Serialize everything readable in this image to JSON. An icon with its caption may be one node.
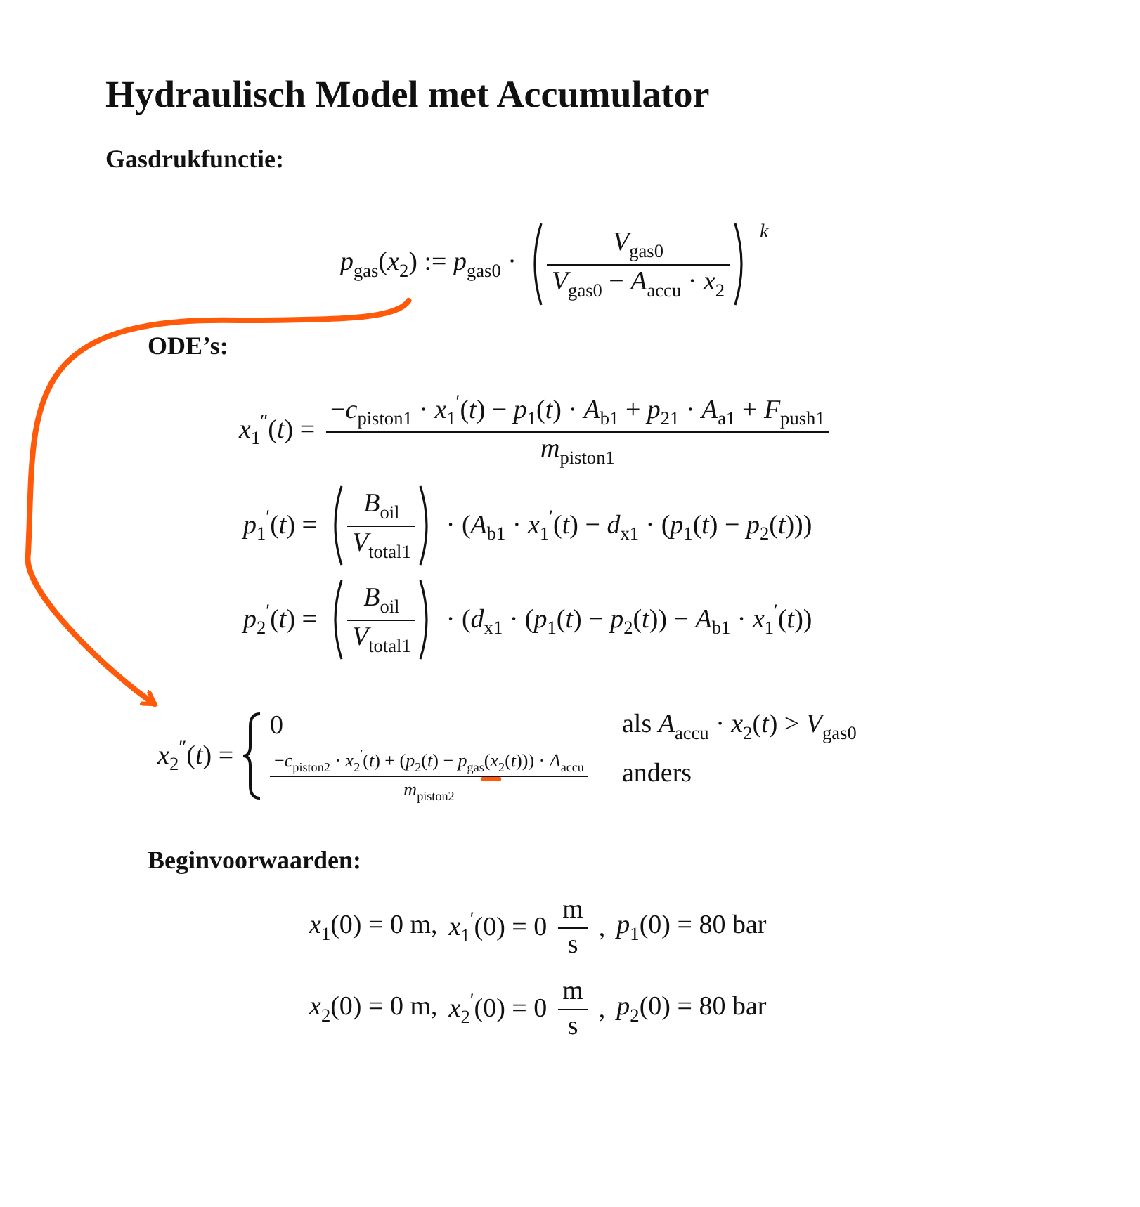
{
  "diagram": {
    "title": "Hydraulisch Model met Accumulator",
    "nodes": [
      {
        "text": [
          "*p*$_{gas}$(*x*$_{2}$) := *p*$_{gas0}$ ·",
          "*V*$_{gas0}$",
          "*V*$_{gas0}$ − *A*$_{accu}$ · *x*$_{2}$",
          "*k*"
        ]
      },
      {
        "text": [
          "*x*$_{2}$$^{″}$(*t*) =",
          "0",
          "−*c*$_{piston2}$ · *x*$_{2}$$^{′}$(*t*) + (*p*$_{2}$(*t*) − *p*$_{gas}$(*x*$_{2}$(*t*))) · *A*$_{accu}$",
          "*m*$_{piston2}$",
          "als *A*$_{accu}$ · *x*$_{2}$(*t*) > *V*$_{gas0}$",
          "anders"
        ]
      }
    ],
    "edges": [
      {
        "from": 0,
        "to": 1,
        "arrow": "to",
        "color": "#ff5a0a"
      }
    ],
    "labels": [
      "Gasdrukfunctie:",
      "ODE’s:",
      "*x*$_{1}$$^{″}$(*t*) =",
      "−*c*$_{piston1}$ · *x*$_{1}$$^{′}$(*t*) − *p*$_{1}$(*t*) · *A*$_{b1}$ + *p*$_{21}$ · *A*$_{a1}$ + *F*$_{push1}$",
      "*m*$_{piston1}$",
      "*p*$_{1}$$^{′}$(*t*) =",
      "*B*$_{oil}$",
      "*V*$_{total1}$",
      "· (*A*$_{b1}$ · *x*$_{1}$$^{′}$(*t*) − *d*$_{x1}$ · (*p*$_{1}$(*t*) − *p*$_{2}$(*t*)))",
      "*p*$_{2}$$^{′}$(*t*) =",
      "*B*$_{oil}$",
      "*V*$_{total1}$",
      "· (*d*$_{x1}$ · (*p*$_{1}$(*t*) − *p*$_{2}$(*t*)) − *A*$_{b1}$ · *x*$_{1}$$^{′}$(*t*))",
      "Beginvoorwaarden:",
      "*x*$_{1}$(0) = 0 m,",
      "*x*$_{1}$$^{′}$(0) = 0",
      "m",
      "s",
      ",",
      "*p*$_{1}$(0) = 80 bar",
      "*x*$_{2}$(0) = 0 m,",
      "*x*$_{2}$$^{′}$(0) = 0",
      "m",
      "s",
      ",",
      "*p*$_{2}$(0) = 80 bar"
    ]
  }
}
